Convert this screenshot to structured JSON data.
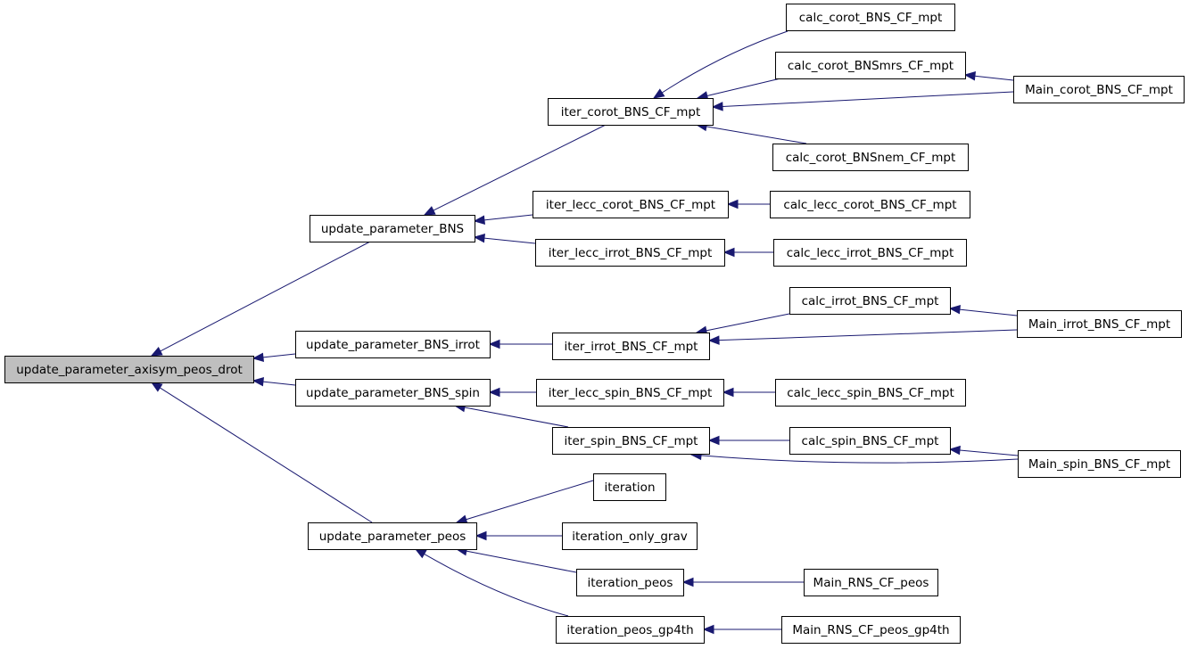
{
  "colors": {
    "edge": "#191970",
    "root_fill": "#bfbfbf",
    "node_fill": "#ffffff",
    "border": "#000000"
  },
  "graph": {
    "root": "update_parameter_axisym_peos_drot",
    "nodes": [
      {
        "id": "update_parameter_axisym_peos_drot",
        "label": "update_parameter_axisym_peos_drot",
        "root": true
      },
      {
        "id": "update_parameter_BNS",
        "label": "update_parameter_BNS"
      },
      {
        "id": "update_parameter_BNS_irrot",
        "label": "update_parameter_BNS_irrot"
      },
      {
        "id": "update_parameter_BNS_spin",
        "label": "update_parameter_BNS_spin"
      },
      {
        "id": "update_parameter_peos",
        "label": "update_parameter_peos"
      },
      {
        "id": "iter_corot_BNS_CF_mpt",
        "label": "iter_corot_BNS_CF_mpt"
      },
      {
        "id": "iter_lecc_corot_BNS_CF_mpt",
        "label": "iter_lecc_corot_BNS_CF_mpt"
      },
      {
        "id": "iter_lecc_irrot_BNS_CF_mpt",
        "label": "iter_lecc_irrot_BNS_CF_mpt"
      },
      {
        "id": "iter_irrot_BNS_CF_mpt",
        "label": "iter_irrot_BNS_CF_mpt"
      },
      {
        "id": "iter_lecc_spin_BNS_CF_mpt",
        "label": "iter_lecc_spin_BNS_CF_mpt"
      },
      {
        "id": "iter_spin_BNS_CF_mpt",
        "label": "iter_spin_BNS_CF_mpt"
      },
      {
        "id": "iteration",
        "label": "iteration"
      },
      {
        "id": "iteration_only_grav",
        "label": "iteration_only_grav"
      },
      {
        "id": "iteration_peos",
        "label": "iteration_peos"
      },
      {
        "id": "iteration_peos_gp4th",
        "label": "iteration_peos_gp4th"
      },
      {
        "id": "calc_corot_BNS_CF_mpt",
        "label": "calc_corot_BNS_CF_mpt"
      },
      {
        "id": "calc_corot_BNSmrs_CF_mpt",
        "label": "calc_corot_BNSmrs_CF_mpt"
      },
      {
        "id": "calc_corot_BNSnem_CF_mpt",
        "label": "calc_corot_BNSnem_CF_mpt"
      },
      {
        "id": "calc_lecc_corot_BNS_CF_mpt",
        "label": "calc_lecc_corot_BNS_CF_mpt"
      },
      {
        "id": "calc_lecc_irrot_BNS_CF_mpt",
        "label": "calc_lecc_irrot_BNS_CF_mpt"
      },
      {
        "id": "calc_irrot_BNS_CF_mpt",
        "label": "calc_irrot_BNS_CF_mpt"
      },
      {
        "id": "calc_lecc_spin_BNS_CF_mpt",
        "label": "calc_lecc_spin_BNS_CF_mpt"
      },
      {
        "id": "calc_spin_BNS_CF_mpt",
        "label": "calc_spin_BNS_CF_mpt"
      },
      {
        "id": "Main_RNS_CF_peos",
        "label": "Main_RNS_CF_peos"
      },
      {
        "id": "Main_RNS_CF_peos_gp4th",
        "label": "Main_RNS_CF_peos_gp4th"
      },
      {
        "id": "Main_corot_BNS_CF_mpt",
        "label": "Main_corot_BNS_CF_mpt"
      },
      {
        "id": "Main_irrot_BNS_CF_mpt",
        "label": "Main_irrot_BNS_CF_mpt"
      },
      {
        "id": "Main_spin_BNS_CF_mpt",
        "label": "Main_spin_BNS_CF_mpt"
      }
    ],
    "edges": [
      {
        "from": "update_parameter_BNS",
        "to": "update_parameter_axisym_peos_drot"
      },
      {
        "from": "update_parameter_BNS_irrot",
        "to": "update_parameter_axisym_peos_drot"
      },
      {
        "from": "update_parameter_BNS_spin",
        "to": "update_parameter_axisym_peos_drot"
      },
      {
        "from": "update_parameter_peos",
        "to": "update_parameter_axisym_peos_drot"
      },
      {
        "from": "iter_corot_BNS_CF_mpt",
        "to": "update_parameter_BNS"
      },
      {
        "from": "iter_lecc_corot_BNS_CF_mpt",
        "to": "update_parameter_BNS"
      },
      {
        "from": "iter_lecc_irrot_BNS_CF_mpt",
        "to": "update_parameter_BNS"
      },
      {
        "from": "iter_irrot_BNS_CF_mpt",
        "to": "update_parameter_BNS_irrot"
      },
      {
        "from": "iter_lecc_spin_BNS_CF_mpt",
        "to": "update_parameter_BNS_spin"
      },
      {
        "from": "iter_spin_BNS_CF_mpt",
        "to": "update_parameter_BNS_spin"
      },
      {
        "from": "iteration",
        "to": "update_parameter_peos"
      },
      {
        "from": "iteration_only_grav",
        "to": "update_parameter_peos"
      },
      {
        "from": "iteration_peos",
        "to": "update_parameter_peos"
      },
      {
        "from": "iteration_peos_gp4th",
        "to": "update_parameter_peos"
      },
      {
        "from": "calc_corot_BNS_CF_mpt",
        "to": "iter_corot_BNS_CF_mpt"
      },
      {
        "from": "calc_corot_BNSmrs_CF_mpt",
        "to": "iter_corot_BNS_CF_mpt"
      },
      {
        "from": "Main_corot_BNS_CF_mpt",
        "to": "iter_corot_BNS_CF_mpt"
      },
      {
        "from": "calc_corot_BNSnem_CF_mpt",
        "to": "iter_corot_BNS_CF_mpt"
      },
      {
        "from": "Main_corot_BNS_CF_mpt",
        "to": "calc_corot_BNSmrs_CF_mpt"
      },
      {
        "from": "calc_lecc_corot_BNS_CF_mpt",
        "to": "iter_lecc_corot_BNS_CF_mpt"
      },
      {
        "from": "calc_lecc_irrot_BNS_CF_mpt",
        "to": "iter_lecc_irrot_BNS_CF_mpt"
      },
      {
        "from": "calc_irrot_BNS_CF_mpt",
        "to": "iter_irrot_BNS_CF_mpt"
      },
      {
        "from": "Main_irrot_BNS_CF_mpt",
        "to": "iter_irrot_BNS_CF_mpt"
      },
      {
        "from": "Main_irrot_BNS_CF_mpt",
        "to": "calc_irrot_BNS_CF_mpt"
      },
      {
        "from": "calc_lecc_spin_BNS_CF_mpt",
        "to": "iter_lecc_spin_BNS_CF_mpt"
      },
      {
        "from": "calc_spin_BNS_CF_mpt",
        "to": "iter_spin_BNS_CF_mpt"
      },
      {
        "from": "Main_spin_BNS_CF_mpt",
        "to": "iter_spin_BNS_CF_mpt"
      },
      {
        "from": "Main_spin_BNS_CF_mpt",
        "to": "calc_spin_BNS_CF_mpt"
      },
      {
        "from": "Main_RNS_CF_peos",
        "to": "iteration_peos"
      },
      {
        "from": "Main_RNS_CF_peos_gp4th",
        "to": "iteration_peos_gp4th"
      }
    ]
  }
}
